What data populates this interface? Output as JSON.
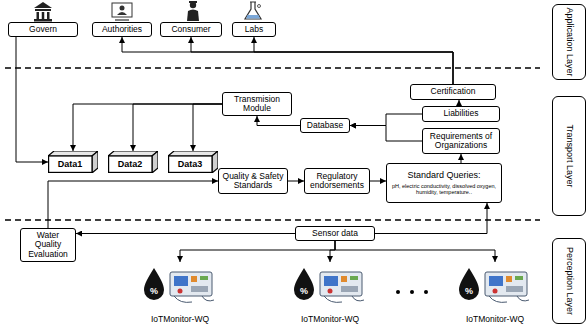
{
  "diagram": {
    "nodes": [
      {
        "text": [
          "Govern"
        ]
      },
      {
        "text": [
          "Authorities"
        ]
      },
      {
        "text": [
          "Consumer"
        ]
      },
      {
        "text": [
          "Labs"
        ]
      },
      {
        "text": [
          "Certification"
        ]
      },
      {
        "text": [
          "Application Layer"
        ]
      },
      {
        "text": [
          "Transmision Module"
        ]
      },
      {
        "text": [
          "Database"
        ]
      },
      {
        "text": [
          "Liabilities"
        ]
      },
      {
        "text": [
          "Requirements of Organizations"
        ]
      },
      {
        "text": [
          "Data1"
        ]
      },
      {
        "text": [
          "Data2"
        ]
      },
      {
        "text": [
          "Data3"
        ]
      },
      {
        "text": [
          "Transport Layer"
        ]
      },
      {
        "text": [
          "Quality & Safety Standards"
        ]
      },
      {
        "text": [
          "Regulatory endorsements"
        ]
      },
      {
        "text": [
          "Standard Queries:",
          "pH, electric conductivity, dissolved oxygen, humidity, temperature.."
        ]
      },
      {
        "text": [
          "Water Quality Evaluation"
        ]
      },
      {
        "text": [
          "Sensor data"
        ]
      },
      {
        "text": [
          "Perception Layer"
        ]
      },
      {
        "text": [
          "IoTMonitor-WQ"
        ]
      },
      {
        "text": [
          "IoTMonitor-WQ"
        ]
      },
      {
        "text": [
          "IoTMonitor-WQ"
        ]
      }
    ],
    "edges": [
      {
        "from": 0,
        "to": 10,
        "arrow": "to"
      },
      {
        "from": 4,
        "to": 1,
        "arrow": "to"
      },
      {
        "from": 4,
        "to": 2,
        "arrow": "to"
      },
      {
        "from": 4,
        "to": 3,
        "arrow": "to"
      },
      {
        "from": 8,
        "to": 4,
        "arrow": "to"
      },
      {
        "from": 8,
        "to": 7,
        "arrow": "to"
      },
      {
        "from": 9,
        "to": 7,
        "arrow": "to"
      },
      {
        "from": 7,
        "to": 6,
        "arrow": "to"
      },
      {
        "from": 6,
        "to": 10,
        "arrow": "to"
      },
      {
        "from": 6,
        "to": 11,
        "arrow": "to"
      },
      {
        "from": 6,
        "to": 12,
        "arrow": "to"
      },
      {
        "from": 16,
        "to": 9,
        "arrow": "to"
      },
      {
        "from": 14,
        "to": 15,
        "arrow": "to"
      },
      {
        "from": 15,
        "to": 16,
        "arrow": "to"
      },
      {
        "from": 17,
        "to": 14,
        "arrow": "to"
      },
      {
        "from": 18,
        "to": 17,
        "arrow": "to"
      },
      {
        "from": 18,
        "to": 16,
        "arrow": "to"
      },
      {
        "from": 18,
        "to": 20,
        "arrow": "to"
      },
      {
        "from": 18,
        "to": 21,
        "arrow": "to"
      },
      {
        "from": 18,
        "to": 22,
        "arrow": "to"
      }
    ],
    "labels": [
      "%",
      "%",
      "%"
    ]
  }
}
